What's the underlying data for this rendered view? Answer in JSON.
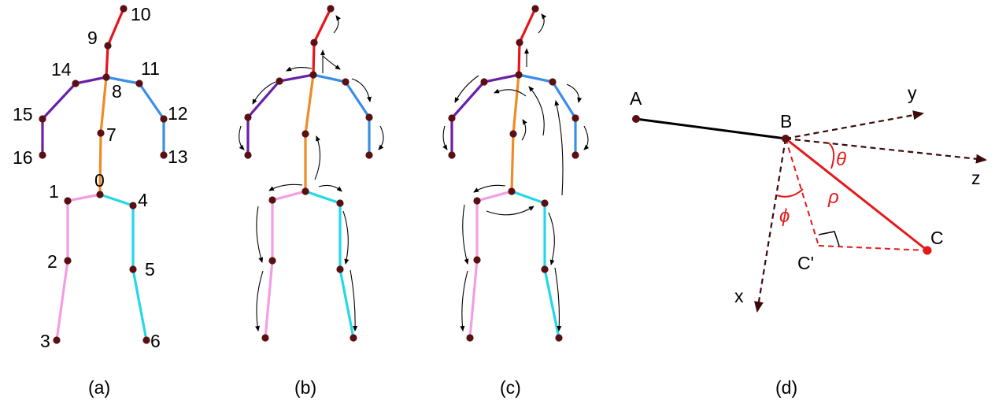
{
  "panels": {
    "a": {
      "caption": "(a)",
      "joint_labels": [
        "0",
        "1",
        "2",
        "3",
        "4",
        "5",
        "6",
        "7",
        "8",
        "9",
        "10",
        "11",
        "12",
        "13",
        "14",
        "15",
        "16"
      ]
    },
    "b": {
      "caption": "(b)"
    },
    "c": {
      "caption": "(c)"
    },
    "d": {
      "caption": "(d)",
      "points": {
        "A": "A",
        "B": "B",
        "C": "C",
        "C_prime": "C'"
      },
      "axes": {
        "x": "x",
        "y": "y",
        "z": "z"
      },
      "angles": {
        "theta": "θ",
        "phi": "ϕ",
        "rho": "ρ"
      }
    }
  },
  "colors": {
    "head": "#e8141a",
    "spine": "#f08a24",
    "left_arm": "#6a1fa8",
    "right_arm": "#3a8ee6",
    "left_leg": "#f29ee6",
    "right_leg": "#22d8e8",
    "joint": "#5a0f12",
    "ray": "#e31a1c",
    "axis": "#3a0a0a"
  }
}
